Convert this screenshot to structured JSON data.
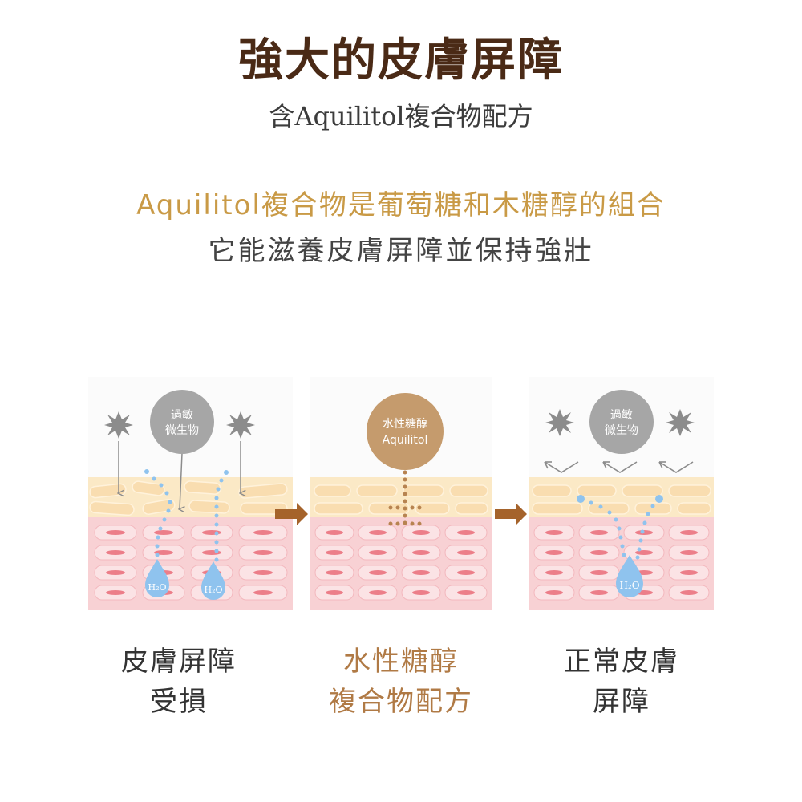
{
  "header": {
    "title": "強大的皮膚屏障",
    "subtitle": "含Aquilitol複合物配方"
  },
  "intro": {
    "line1": "Aquilitol複合物是葡萄糖和木糖醇的組合",
    "line2": "它能滋養皮膚屏障並保持強壯"
  },
  "panels": [
    {
      "badge": [
        "過敏",
        "微生物"
      ],
      "water_label": "H₂O",
      "caption": [
        "皮膚屏障",
        "受損"
      ]
    },
    {
      "badge": [
        "水性糖醇",
        "Aquilitol"
      ],
      "caption": [
        "水性糖醇",
        "複合物配方"
      ]
    },
    {
      "badge": [
        "過敏",
        "微生物"
      ],
      "water_label": "H₂O",
      "caption": [
        "正常皮膚",
        "屏障"
      ]
    }
  ],
  "colors": {
    "title": "#4a2a16",
    "accent_gold": "#c99a46",
    "accent_brown": "#b07a45",
    "arrow": "#a5632b",
    "badge_gray": "#a6a6a6",
    "badge_tan": "#c59b6d",
    "water_blue": "#8fc3ee",
    "skin_top": "#fbe9c6",
    "skin_cells": "#f7cfd2",
    "skin_nucleus": "#ec7e89"
  }
}
